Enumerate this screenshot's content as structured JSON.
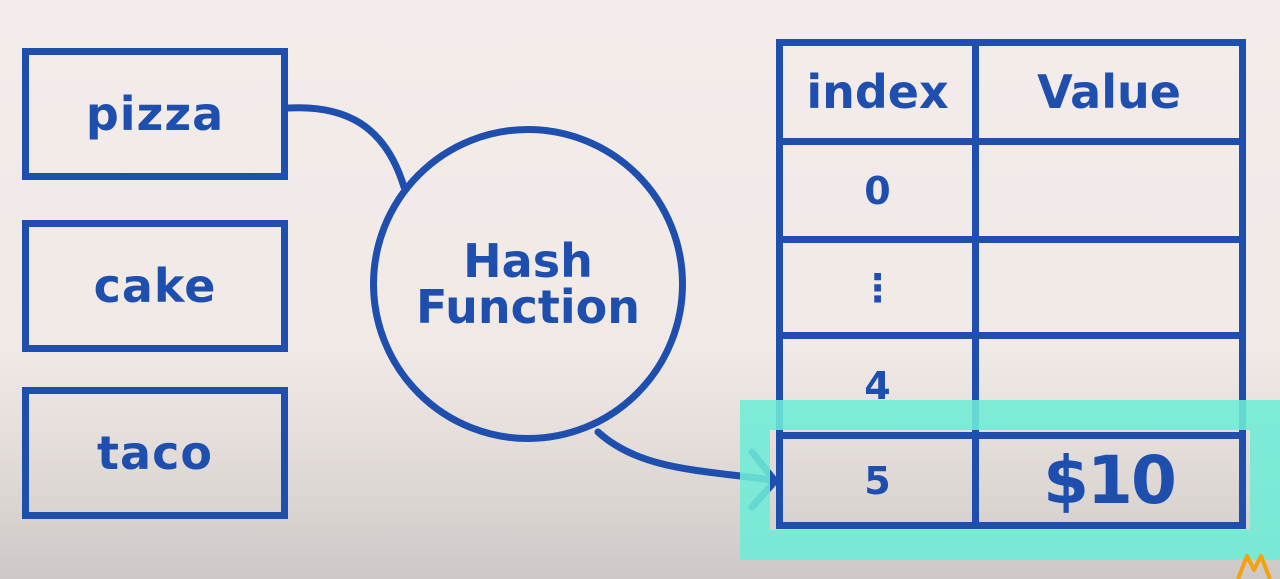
{
  "keys": [
    "pizza",
    "cake",
    "taco"
  ],
  "hash_function": {
    "line1": "Hash",
    "line2": "Function"
  },
  "table": {
    "headers": {
      "index": "index",
      "value": "Value"
    },
    "rows": [
      {
        "index": "0",
        "value": ""
      },
      {
        "index": "⋮",
        "value": ""
      },
      {
        "index": "4",
        "value": ""
      },
      {
        "index": "5",
        "value": "$10"
      }
    ]
  },
  "colors": {
    "primary_blue": "#1e4fae",
    "highlight_teal": "#6eecd6",
    "background": "#f4ecea",
    "logo_orange": "#f2a20c"
  }
}
